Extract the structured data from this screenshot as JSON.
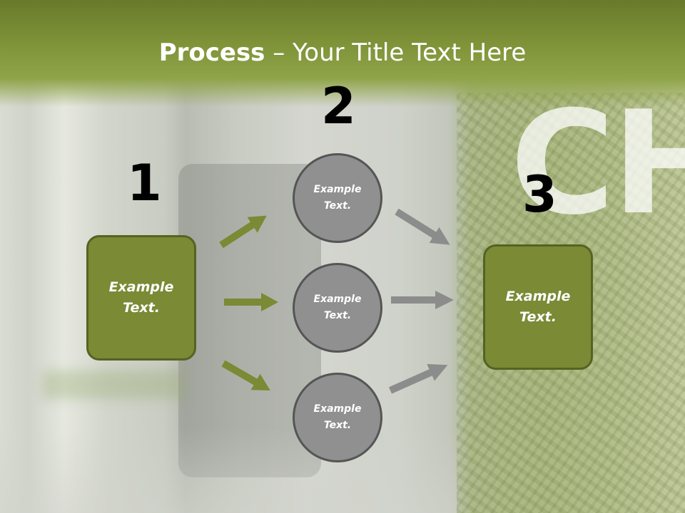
{
  "title": {
    "bold": "Process",
    "rest": " – Your Title Text Here"
  },
  "steps": [
    {
      "number": "1",
      "label": "Example\nText."
    },
    {
      "number": "2",
      "label": ""
    },
    {
      "number": "3",
      "label": "Example\nText."
    }
  ],
  "circles": [
    {
      "label": "Example\nText."
    },
    {
      "label": "Example\nText."
    },
    {
      "label": "Example\nText."
    }
  ],
  "colors": {
    "header": "#7e9238",
    "box_fill": "#7a8a35",
    "box_border": "#556322",
    "circle_fill": "#909090",
    "circle_border": "#555555",
    "arrow_green": "#7a8a35",
    "arrow_gray": "#8c8c8c"
  }
}
